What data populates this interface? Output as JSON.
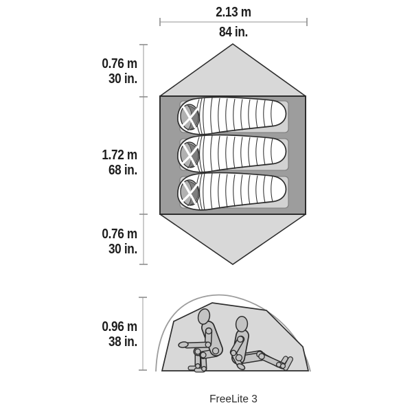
{
  "caption": "FreeLite 3",
  "dimensions": {
    "width": {
      "metric": "2.13 m",
      "imperial": "84 in."
    },
    "vestibule_top": {
      "metric": "0.76 m",
      "imperial": "30 in."
    },
    "floor_length": {
      "metric": "1.72 m",
      "imperial": "68 in."
    },
    "vestibule_bottom": {
      "metric": "0.76 m",
      "imperial": "30 in."
    },
    "peak_height": {
      "metric": "0.96 m",
      "imperial": "38 in."
    }
  },
  "colors": {
    "fly": "#d8d8d8",
    "floor": "#9d9d9d",
    "pad": "#d2d2d2",
    "bag": "#ffffff",
    "hood": "#b1b1b1",
    "hood_shadow": "#7d7d7d",
    "figure": "#c3c3c3",
    "outline": "#2d2d2d",
    "dimension_line": "#a9a9a9",
    "text": "#1d1d1d"
  }
}
